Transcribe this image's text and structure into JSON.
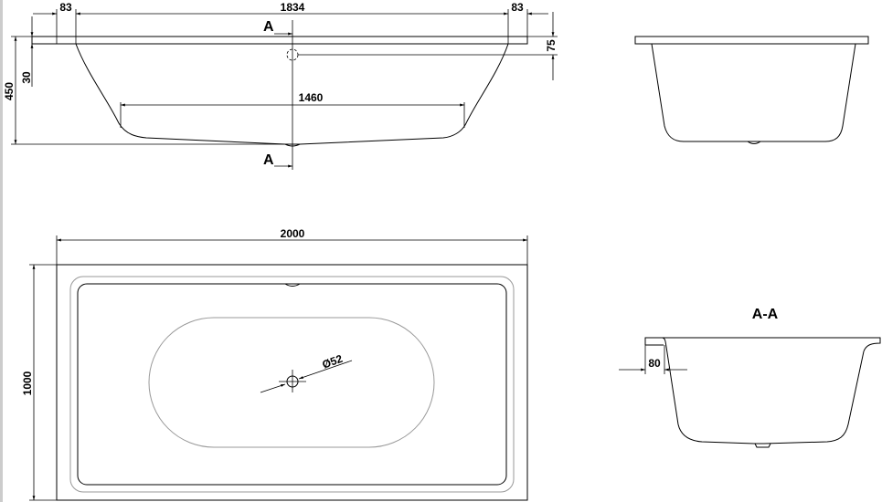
{
  "drawing": {
    "side_view": {
      "dim_left_rim": "83",
      "dim_inner_length": "1834",
      "dim_right_rim": "83",
      "dim_total_height": "450",
      "dim_rim_thickness": "30",
      "dim_overflow_depth": "75",
      "dim_bottom_length": "1460",
      "section_marker_top": "A",
      "section_marker_bottom": "A"
    },
    "plan_view": {
      "dim_length": "2000",
      "dim_width": "1000",
      "dim_drain_diameter": "Ø52"
    },
    "section_view": {
      "title": "A-A",
      "dim_rim_width": "80"
    }
  }
}
